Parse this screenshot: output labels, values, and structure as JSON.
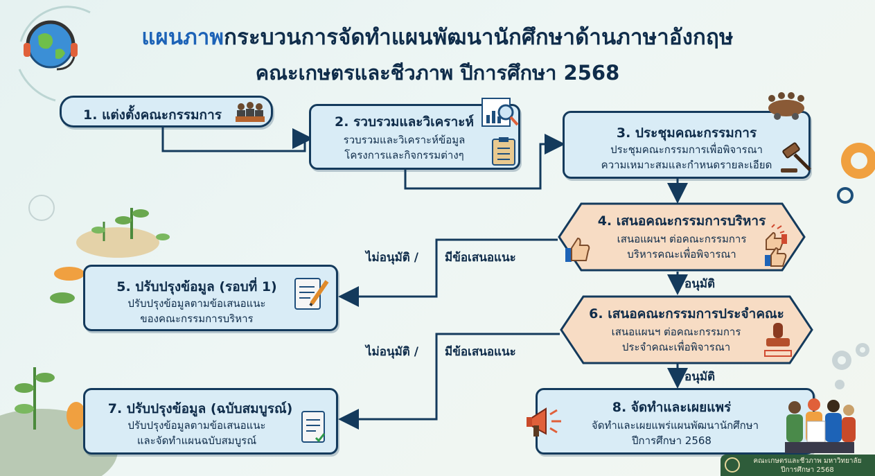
{
  "title": {
    "line1_highlight": "แผนภาพ",
    "line1_rest": "กระบวนการจัดทำแผนพัฒนานักศึกษาด้านภาษาอังกฤษ",
    "line2": "คณะเกษตรและชีวภาพ ปีการศึกษา 2568"
  },
  "steps": [
    {
      "title": "1. แต่งตั้งคณะกรรมการ",
      "desc1": "",
      "desc2": ""
    },
    {
      "title": "2. รวบรวมและวิเคราะห์",
      "desc1": "รวบรวมและวิเคราะห์ข้อมูล",
      "desc2": "โครงการและกิจกรรมต่างๆ"
    },
    {
      "title": "3. ประชุมคณะกรรมการ",
      "desc1": "ประชุมคณะกรรมการเพื่อพิจารณา",
      "desc2": "ความเหมาะสมและกำหนดรายละเอียด"
    },
    {
      "title": "4. เสนอคณะกรรมการบริหาร",
      "desc1": "เสนอแผนฯ ต่อคณะกรรมการ",
      "desc2": "บริหารคณะเพื่อพิจารณา"
    },
    {
      "title": "5. ปรับปรุงข้อมูล (รอบที่ 1)",
      "desc1": "ปรับปรุงข้อมูลตามข้อเสนอแนะ",
      "desc2": "ของคณะกรรมการบริหาร"
    },
    {
      "title": "6. เสนอคณะกรรมการประจำคณะ",
      "desc1": "เสนอแผนฯ ต่อคณะกรรมการ",
      "desc2": "ประจำคณะเพื่อพิจารณา"
    },
    {
      "title": "7. ปรับปรุงข้อมูล (ฉบับสมบูรณ์)",
      "desc1": "ปรับปรุงข้อมูลตามข้อเสนอแนะ",
      "desc2": "และจัดทำแผนฉบับสมบูรณ์"
    },
    {
      "title": "8. จัดทำและเผยแพร่",
      "desc1": "จัดทำและเผยแพร่แผนพัฒนานักศึกษา",
      "desc2": "ปีการศึกษา 2568"
    }
  ],
  "edge_labels": {
    "reject_a": "ไม่อนุมัติ /",
    "suggest_a": "มีข้อเสนอแนะ",
    "approve_a": "อนุมัติ",
    "reject_b": "ไม่อนุมัติ /",
    "suggest_b": "มีข้อเสนอแนะ",
    "approve_b": "อนุมัติ"
  },
  "footer": {
    "line1": "คณะเกษตรและชีวภาพ มหาวิทยาลัย",
    "line2": "ปีการศึกษา 2568"
  },
  "icons": [
    "globe-headset-icon",
    "meeting-icon",
    "analytics-icon",
    "checklist-icon",
    "conference-icon",
    "gavel-icon",
    "thumbs-up-icon",
    "edit-note-icon",
    "stamp-icon",
    "document-icon",
    "megaphone-icon",
    "students-icon",
    "gear-icon",
    "plant-icon"
  ],
  "colors": {
    "box_fill": "#d9ecf6",
    "hex_fill": "#f7dcc4",
    "outline": "#143a5c",
    "highlight": "#1d63b7",
    "accent_orange": "#f0a040"
  }
}
